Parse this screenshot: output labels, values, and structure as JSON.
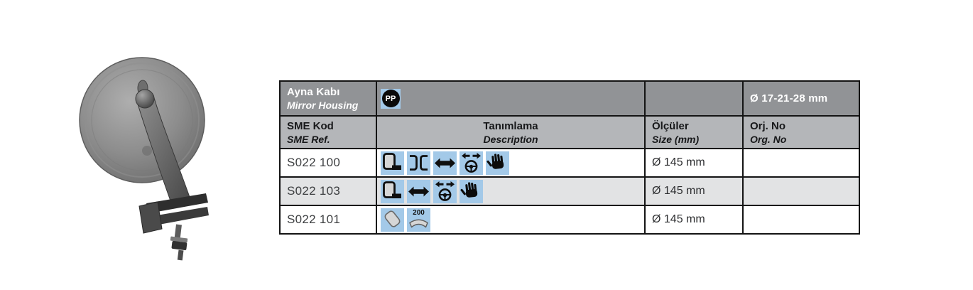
{
  "photo": {
    "label": "mirror-housing-product-photo"
  },
  "table": {
    "header": {
      "title_tr": "Ayna Kabı",
      "title_en": "Mirror Housing",
      "material_badge": "PP",
      "diameter_range": "Ø 17-21-28 mm",
      "col_code_tr": "SME Kod",
      "col_code_en": "SME Ref.",
      "col_desc_tr": "Tanımlama",
      "col_desc_en": "Description",
      "col_size_tr": "Ölçüler",
      "col_size_en": "Size (mm)",
      "col_org_tr": "Orj. No",
      "col_org_en": "Org. No"
    },
    "r200_label": "200",
    "rows": [
      {
        "code": "S022 100",
        "icons": [
          "mirror-housing-icon",
          "clamp-brackets-icon",
          "left-right-arrows-icon",
          "steering-adjust-icon",
          "hand-icon"
        ],
        "size": "Ø 145 mm",
        "org_no": ""
      },
      {
        "code": "S022 103",
        "icons": [
          "mirror-housing-icon",
          "left-right-arrows-icon",
          "steering-adjust-icon",
          "hand-icon"
        ],
        "size": "Ø 145 mm",
        "org_no": ""
      },
      {
        "code": "S022 101",
        "icons": [
          "flat-glass-icon",
          "convex-r200-icon"
        ],
        "size": "Ø 145 mm",
        "org_no": ""
      }
    ]
  },
  "colors": {
    "icon_background": "#a3c9e8",
    "header_dark": "#919396",
    "header_mid": "#b4b6b9",
    "row_alt": "#e2e3e4",
    "table_border": "#141414"
  }
}
